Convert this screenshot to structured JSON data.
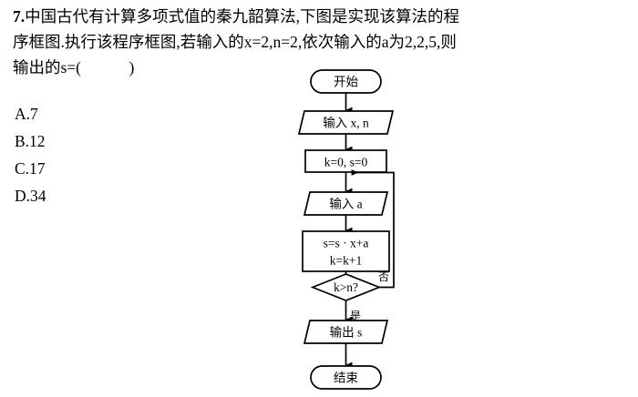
{
  "question": {
    "number": "7.",
    "line1": "中国古代有计算多项式值的秦九韶算法,下图是实现该算法的程",
    "line2": "序框图.执行该程序框图,若输入的x=2,n=2,依次输入的a为2,2,5,则",
    "line3": "输出的s=(            )"
  },
  "options": [
    {
      "key": "A.",
      "value": "7",
      "text": "A.7"
    },
    {
      "key": "B.",
      "value": "12",
      "text": "B.12"
    },
    {
      "key": "C.",
      "value": "17",
      "text": "C.17"
    },
    {
      "key": "D.",
      "value": "34",
      "text": "D.34"
    }
  ],
  "flowchart": {
    "nodes": {
      "start": {
        "label": "开始",
        "type": "terminator"
      },
      "input_xn": {
        "label": "输入 x, n",
        "type": "io"
      },
      "init": {
        "label": "k=0, s=0",
        "type": "process"
      },
      "input_a": {
        "label": "输入 a",
        "type": "io"
      },
      "compute_line1": {
        "label": "s=s · x+a",
        "type": "process"
      },
      "compute_line2": {
        "label": "k=k+1",
        "type": "process"
      },
      "decision": {
        "label": "k>n?",
        "type": "decision"
      },
      "output_s": {
        "label": "输出 s",
        "type": "io"
      },
      "end": {
        "label": "结束",
        "type": "terminator"
      }
    },
    "branch_labels": {
      "no": "否",
      "yes": "是"
    }
  },
  "colors": {
    "ink": "#000000",
    "paper": "#ffffff"
  }
}
